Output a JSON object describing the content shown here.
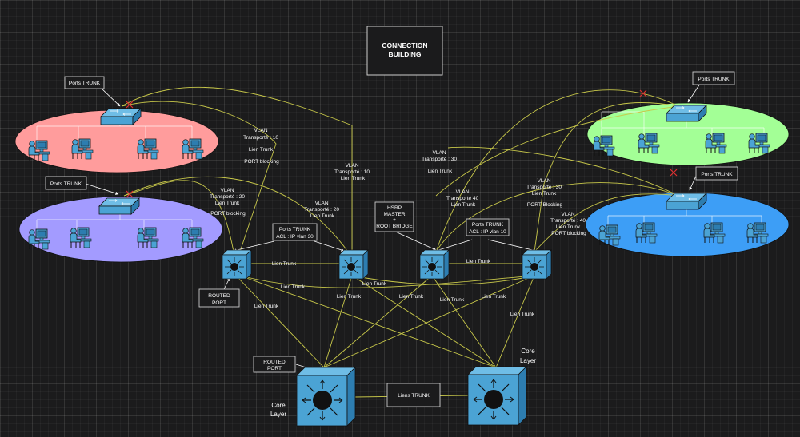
{
  "title": [
    "CONNECTION",
    "BUILDING"
  ],
  "colors": {
    "zone_red": "#ff9c9c",
    "zone_purple": "#a39bff",
    "zone_green": "#a3ff96",
    "zone_blue": "#3d9ef6",
    "device": "#4ba3d4",
    "link": "#c8c84a"
  },
  "ports_trunk": "Ports TRUNK",
  "routed_port": [
    "ROUTED",
    "PORT"
  ],
  "core_layer": [
    "Core",
    "Layer"
  ],
  "liens_trunk": "Liens TRUNK",
  "lien_trunk": "Lien Trunk",
  "acl_left": [
    "Ports TRUNK",
    "ACL : IP vlan 30"
  ],
  "acl_right": [
    "Ports TRUNK",
    "ACL : IP vlan 10"
  ],
  "hsrp": [
    "HSRP",
    "MASTER",
    "+",
    "ROOT BRIDGE"
  ],
  "vlan_labels": {
    "v10_left": [
      "VLAN",
      "Transporté : 10",
      "",
      "Lien Trunk",
      "",
      "PORT blocking"
    ],
    "v20_left": [
      "VLAN",
      "Transporté : 20",
      "Lien Trunk",
      "",
      "PORT blocking"
    ],
    "v10_mid": [
      "VLAN",
      "Transporté : 10",
      "Lien Trunk"
    ],
    "v20_mid": [
      "VLAN",
      "Transporté : 20",
      "Lien Trunk"
    ],
    "v30_mid": [
      "VLAN",
      "Transporté : 30",
      "",
      "Lien Trunk"
    ],
    "v40_mid": [
      "VLAN",
      "Transporté 40",
      "Lien Trunk"
    ],
    "v30_right": [
      "VLAN",
      "Transporté : 30",
      "Lien Trunk",
      "",
      "PORT Blocking"
    ],
    "v40_right": [
      "VLAN",
      "Transporté : 40",
      "Lien Trunk",
      "PORT blocking"
    ]
  }
}
